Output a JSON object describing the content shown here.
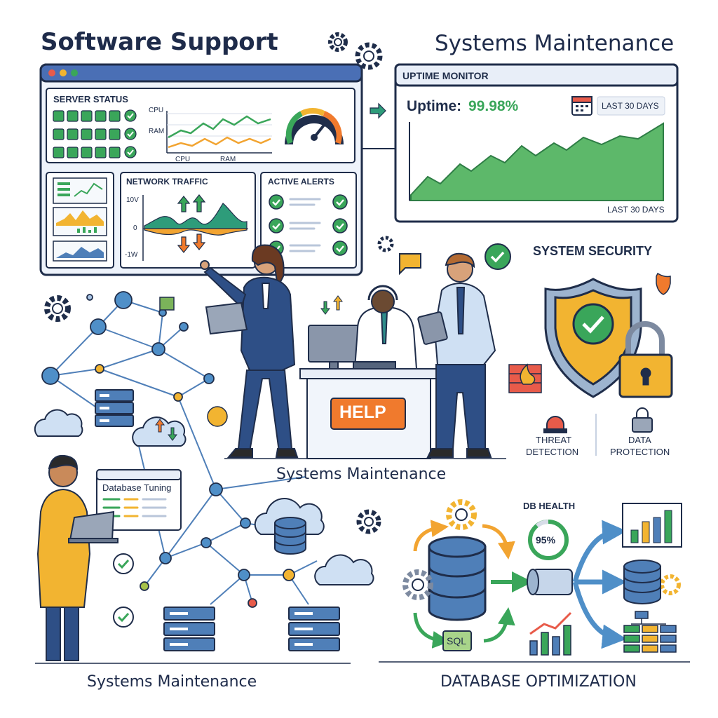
{
  "headings": {
    "software_support": "Software Support",
    "systems_maintenance_top": "Systems Maintenance",
    "systems_maintenance_mid": "Systems Maintenance",
    "systems_maintenance_bottom": "Systems Maintenance",
    "database_optimization": "DATABASE OPTIMIZATION",
    "system_security": "SYSTEM SECURITY"
  },
  "dashboard": {
    "server_status": "SERVER STATUS",
    "cpu": "CPU",
    "ram": "RAM",
    "network_traffic": "NETWORK TRAFFIC",
    "axis_top": "10V",
    "axis_mid": "0",
    "axis_bottom": "-1W",
    "active_alerts": "ACTIVE ALERTS"
  },
  "uptime": {
    "title": "UPTIME MONITOR",
    "label": "Uptime:",
    "value": "99.98%",
    "badge": "LAST 30 DAYS",
    "footer": "LAST 30 DAYS"
  },
  "help_desk": {
    "sign": "HELP"
  },
  "security": {
    "threat": [
      "THREAT",
      "DETECTION"
    ],
    "data": [
      "DATA",
      "PROTECTION"
    ]
  },
  "database": {
    "tuning": "Database Tuning",
    "health_label": "DB HEALTH",
    "health_value": "95%",
    "sql": "SQL"
  },
  "colors": {
    "navy": "#1f2d4a",
    "green": "#3aa65a",
    "blue": "#4f7fb8",
    "orange": "#f07a2d",
    "yellow": "#f2b431"
  }
}
